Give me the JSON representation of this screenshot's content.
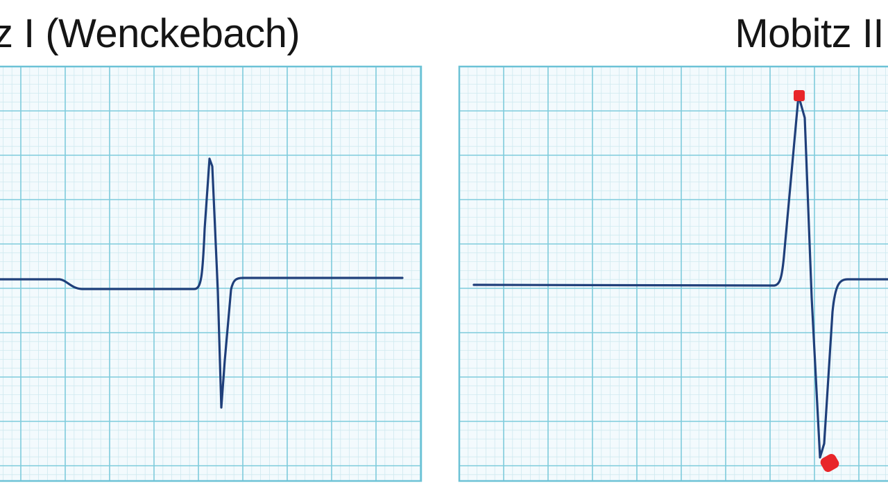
{
  "panels": [
    {
      "id": "left",
      "title": "z I (Wenckebach)",
      "paper_color": "#f3fafd",
      "major_grid_color": "#7ecbdc",
      "minor_grid_color": "#cfe9f0",
      "border_color": "#6cc2d6"
    },
    {
      "id": "right",
      "title": "Mobitz II",
      "paper_color": "#f3fafd",
      "major_grid_color": "#7ecbdc",
      "minor_grid_color": "#cfe9f0",
      "border_color": "#6cc2d6",
      "marker_color": "#e8262a"
    }
  ],
  "trace_color": "#1f3f7a"
}
